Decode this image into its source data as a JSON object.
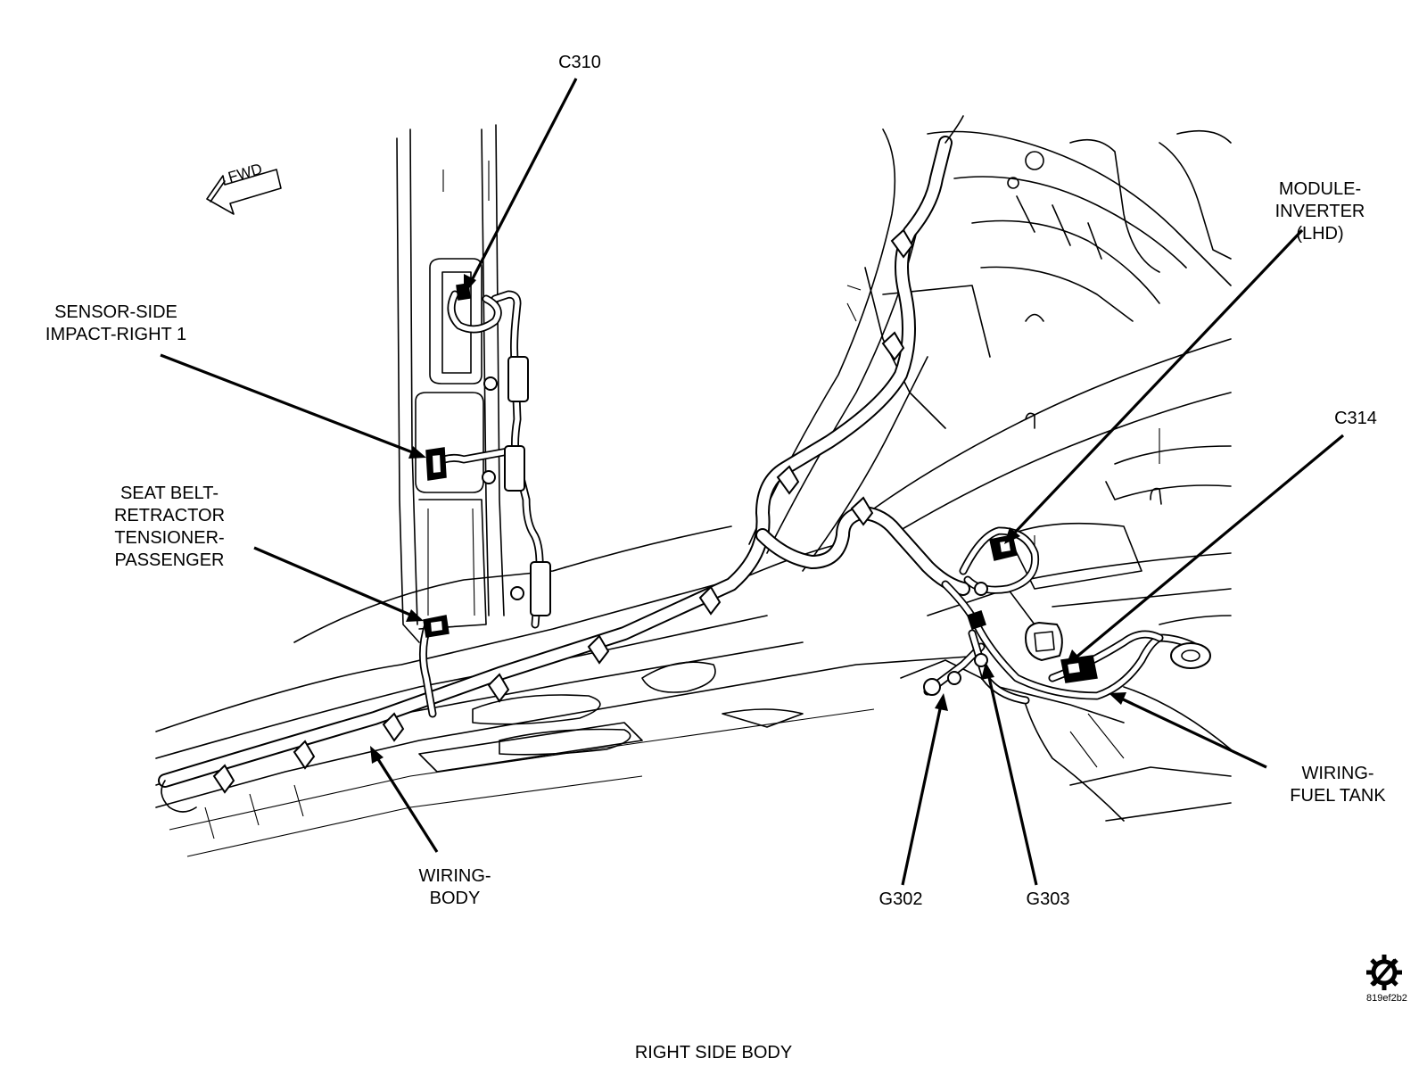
{
  "diagram": {
    "caption": "RIGHT SIDE BODY",
    "figure_code": "819ef2b2",
    "direction_marker": "FWD",
    "callouts": [
      {
        "id": "c310",
        "text": "C310"
      },
      {
        "id": "sensor-side-impact",
        "text": "SENSOR-SIDE\nIMPACT-RIGHT 1"
      },
      {
        "id": "seat-belt-retractor",
        "text": "SEAT BELT-\nRETRACTOR\nTENSIONER-\nPASSENGER"
      },
      {
        "id": "wiring-body",
        "text": "WIRING-\nBODY"
      },
      {
        "id": "module-inverter",
        "text": "MODULE-\nINVERTER\n(LHD)"
      },
      {
        "id": "c314",
        "text": "C314"
      },
      {
        "id": "wiring-fuel-tank",
        "text": "WIRING-\nFUEL TANK"
      },
      {
        "id": "g302",
        "text": "G302"
      },
      {
        "id": "g303",
        "text": "G303"
      }
    ],
    "icons": [
      "gear-wrench-icon",
      "fwd-arrow-icon"
    ]
  }
}
